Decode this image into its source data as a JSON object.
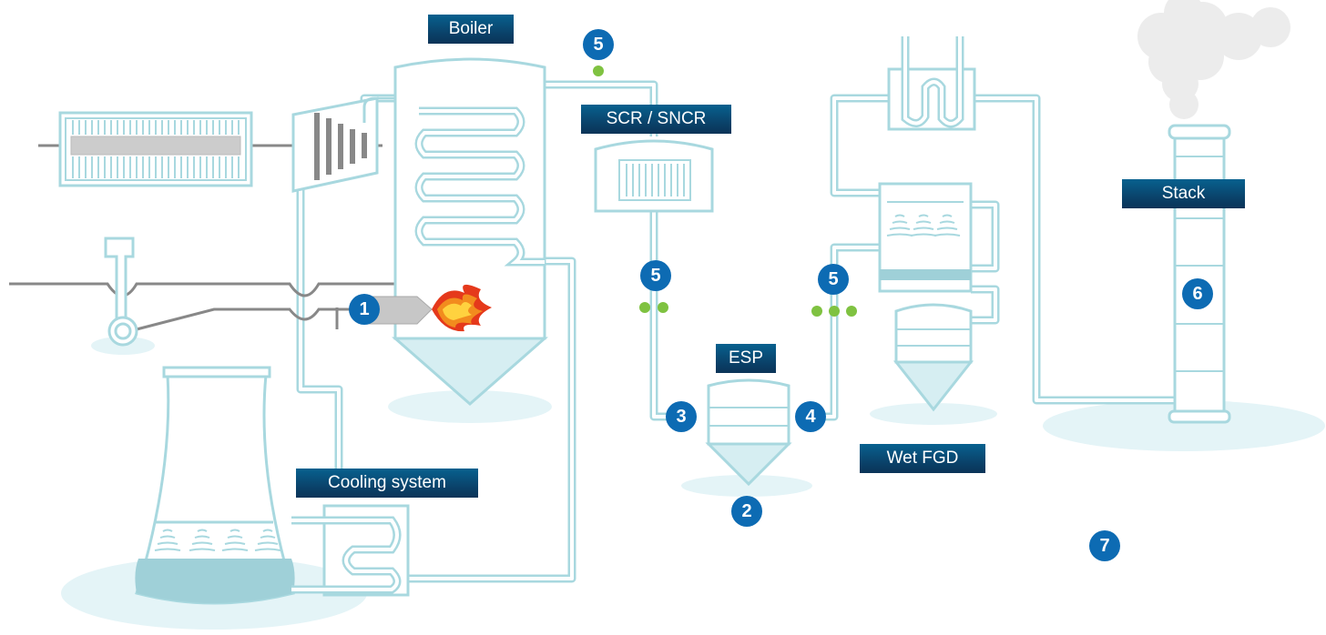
{
  "colors": {
    "pipe": "#a8d8df",
    "pipe_outline": "#cfeef2",
    "fill_light": "#eaf7f9",
    "fill_water": "#9fd0d8",
    "shadow": "#e4f4f7",
    "gray": "#888888",
    "label_bg": "#0a4a74",
    "badge_bg": "#0d6bb3",
    "emission_dot": "#7fc241",
    "flame_orange": "#f28c1e",
    "flame_red": "#e5391b",
    "flame_yellow": "#ffd23f"
  },
  "labels": {
    "boiler": "Boiler",
    "scr": "SCR / SNCR",
    "esp": "ESP",
    "wet_fgd": "Wet FGD",
    "stack": "Stack",
    "cooling": "Cooling system"
  },
  "markers": {
    "burner": "1",
    "esp_hopper": "2",
    "esp_inlet": "3",
    "esp_outlet": "4",
    "boiler_outlet": "5",
    "scr_outlet": "5",
    "fgd_inlet": "5",
    "stack": "6",
    "ground": "7"
  },
  "icons": [
    "turbine-icon",
    "generator-icon",
    "flame-icon",
    "smoke-plume-icon",
    "cooling-tower-icon",
    "fan-icon"
  ]
}
